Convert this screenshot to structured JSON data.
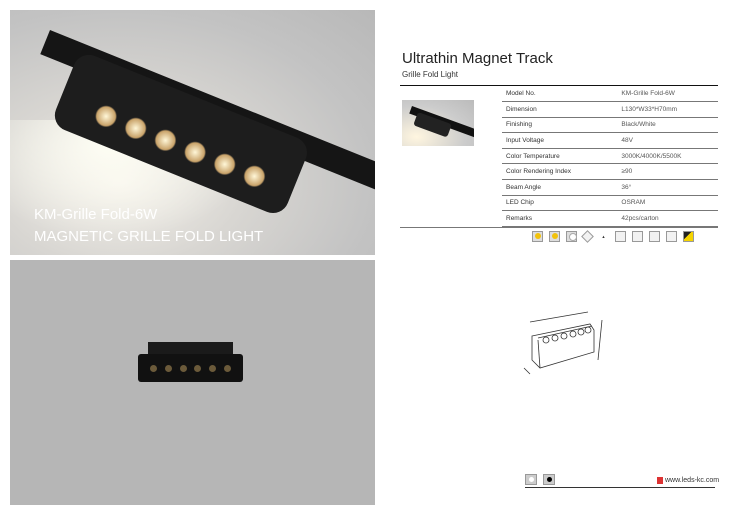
{
  "hero": {
    "model_caption": "KM-Grille Fold-6W",
    "name_caption": "MAGNETIC GRILLE FOLD LIGHT"
  },
  "header": {
    "title": "Ultrathin Magnet Track",
    "subtitle": "Grille Fold Light"
  },
  "specs": [
    {
      "label": "Model No.",
      "value": "KM-Grille Fold-6W"
    },
    {
      "label": "Dimension",
      "value": "L130*W33*H70mm"
    },
    {
      "label": "Finishing",
      "value": "Black/White"
    },
    {
      "label": "Input Voltage",
      "value": "48V"
    },
    {
      "label": "Color Temperature",
      "value": "3000K/4000K/5500K"
    },
    {
      "label": "Color Rendering Index",
      "value": "≥90"
    },
    {
      "label": "Beam Angle",
      "value": "36°"
    },
    {
      "label": "LED Chip",
      "value": "OSRAM"
    },
    {
      "label": "Remarks",
      "value": "42pcs/carton"
    }
  ],
  "feature_icons": [
    "warm-light-icon",
    "neutral-light-icon",
    "cool-light-icon",
    "class-iii-icon",
    "dimming-icon",
    "power-icon",
    "cri-icon",
    "lifetime-icon",
    "beam-angle-icon",
    "track-mount-icon"
  ],
  "footer": {
    "website": "www.leds-kc.com",
    "finish_swatches": [
      "white-icon",
      "black-icon"
    ]
  }
}
